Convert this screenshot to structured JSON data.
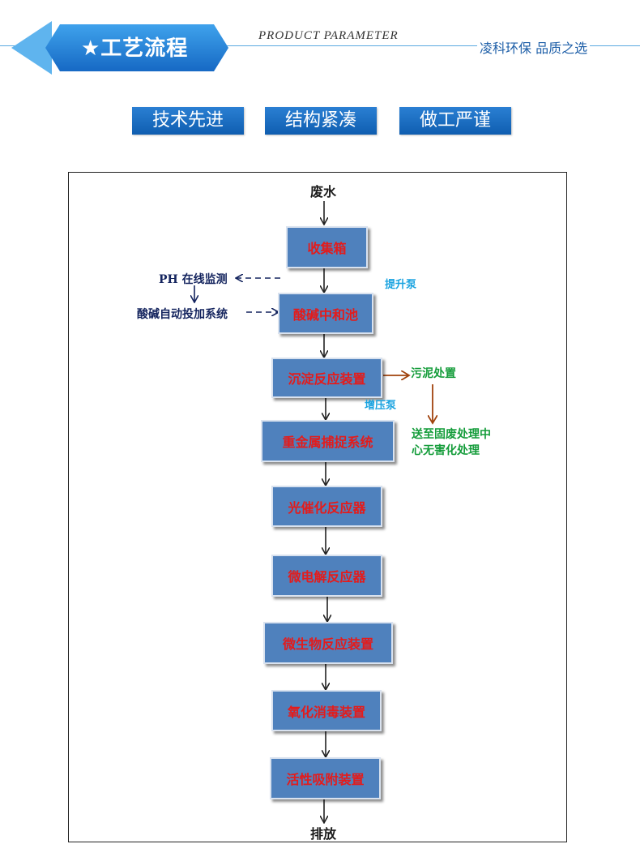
{
  "header": {
    "title": "★工艺流程",
    "subtitle": "PRODUCT PARAMETER",
    "slogan": "凌科环保  品质之选"
  },
  "features": [
    "技术先进",
    "结构紧凑",
    "做工严谨"
  ],
  "diagram": {
    "input": "废水",
    "output": "排放",
    "steps": [
      "收集箱",
      "酸碱中和池",
      "沉淀反应装置",
      "重金属捕捉系统",
      "光催化反应器",
      "微电解反应器",
      "微生物反应装置",
      "氧化消毒装置",
      "活性吸附装置"
    ],
    "ph_monitor": "PH 在线监测",
    "dosing_system": "酸碱自动投加系统",
    "lift_pump": "提升泵",
    "booster_pump": "增压泵",
    "sludge": "污泥处置",
    "sludge_dest": [
      "送至固废处理中",
      "心无害化处理"
    ]
  },
  "colors": {
    "box_fill": "#4f81bd",
    "box_text": "#e41b1b",
    "feature_bg": "#1565c0",
    "header_blue": "#1e88e5",
    "side_text": "#14245e",
    "pump_text": "#1aa3e0",
    "sludge_text": "#149c3a",
    "sludge_arrow": "#a0420c"
  }
}
